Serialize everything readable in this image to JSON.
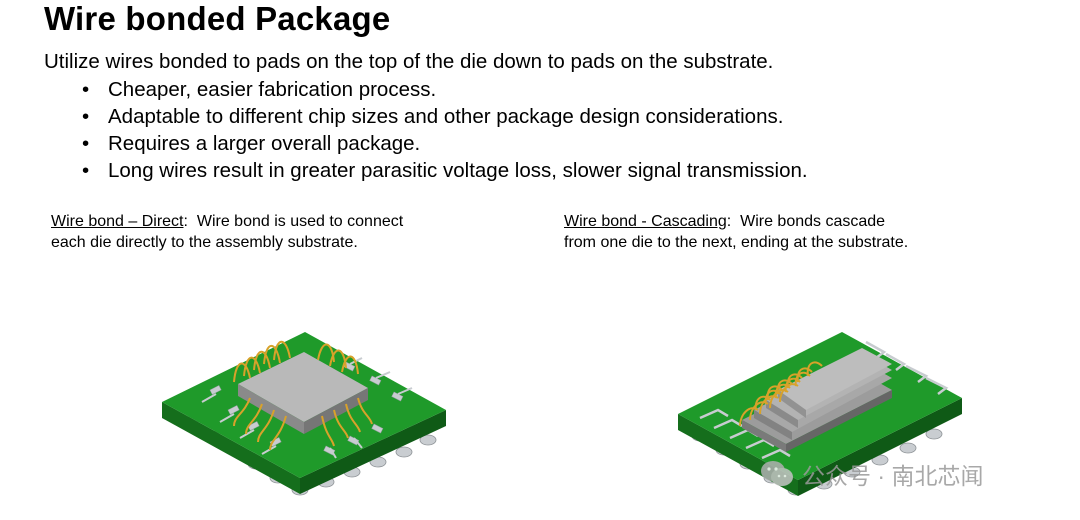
{
  "slide": {
    "title": "Wire bonded Package",
    "intro": "Utilize wires bonded to pads on the top of the die down to pads on the substrate.",
    "bullets": [
      "Cheaper, easier fabrication process.",
      "Adaptable to different chip sizes and other package design considerations.",
      "Requires a larger overall package.",
      "Long wires result in greater parasitic voltage loss, slower signal transmission."
    ]
  },
  "captions": {
    "left": {
      "heading": "Wire bond – Direct",
      "text_line1": "Wire bond is used to connect",
      "text_line2": "each die directly to the assembly substrate."
    },
    "right": {
      "heading": "Wire bond - Cascading",
      "text_line1": "Wire bonds cascade",
      "text_line2": "from one die to the next, ending at the substrate."
    }
  },
  "watermark": {
    "icon": "wechat-icon",
    "text": "公众号 · 南北芯闻"
  },
  "colors": {
    "substrate_green": "#1f9a2a",
    "die_gray": "#a9a9a9",
    "wire_gold": "#d8a22a",
    "trace_gray": "#c8ccd0"
  }
}
